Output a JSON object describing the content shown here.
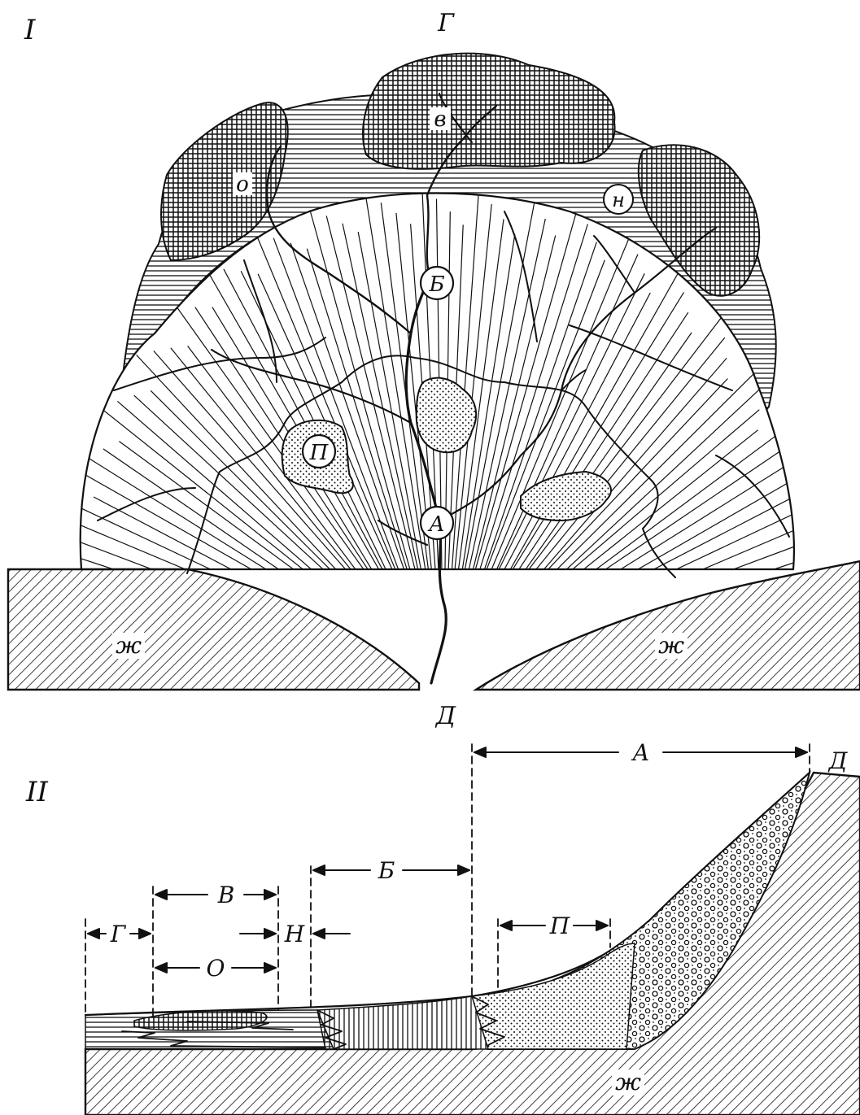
{
  "panel_top": {
    "label": "I",
    "labels": {
      "g": "Г",
      "v": "в",
      "o": "о",
      "n": "н",
      "b": "Б",
      "p": "П",
      "a": "А",
      "zh_left": "ж",
      "zh_right": "ж",
      "d": "Д"
    }
  },
  "panel_bottom": {
    "label": "II",
    "labels": {
      "a": "А",
      "d": "Д",
      "b": "Б",
      "v": "В",
      "n": "Н",
      "g": "Г",
      "o": "О",
      "p": "П",
      "zh": "ж"
    }
  },
  "colors": {
    "ink": "#111111",
    "paper": "#ffffff"
  }
}
